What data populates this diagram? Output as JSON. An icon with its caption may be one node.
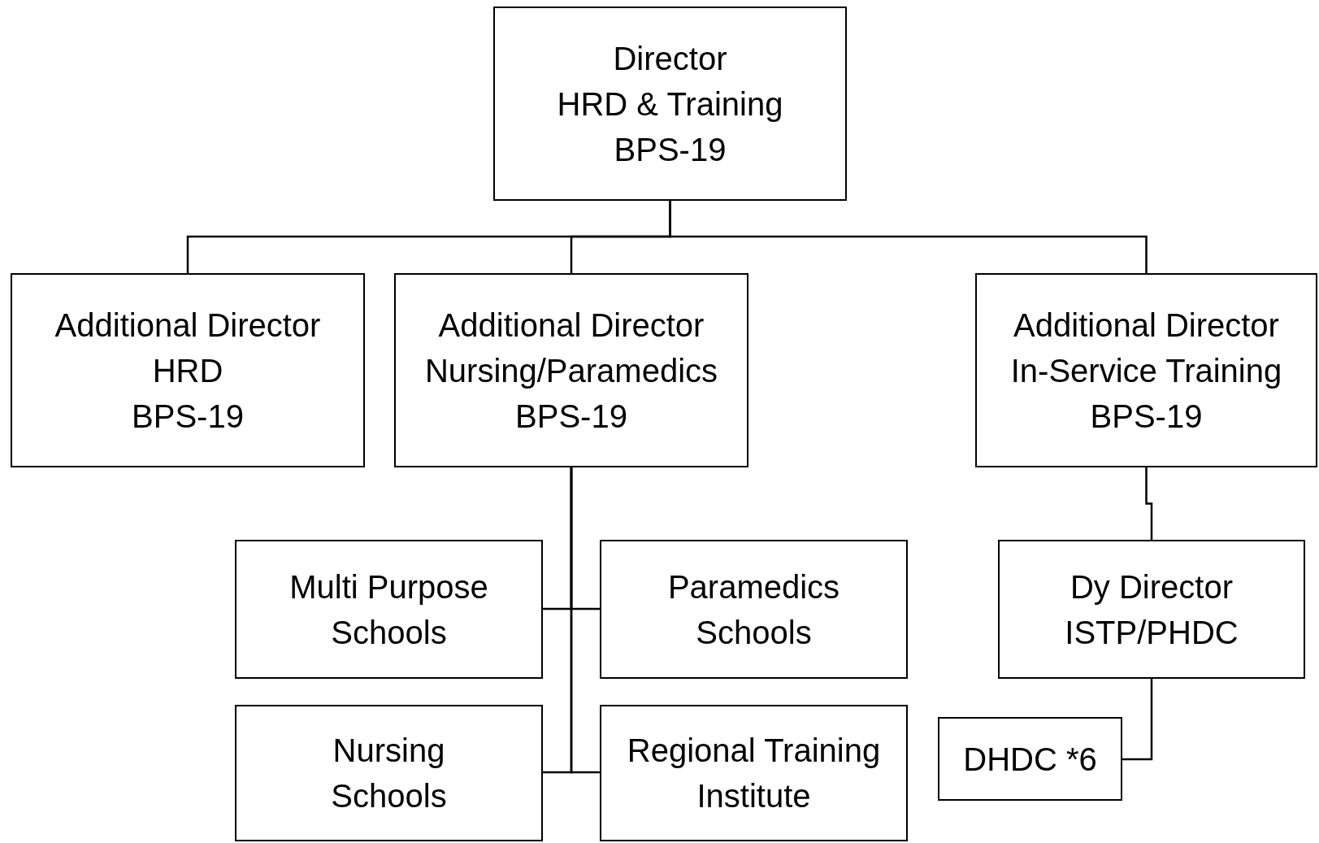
{
  "diagram": {
    "nodes": [
      {
        "text": [
          "Director",
          "HRD & Training",
          "BPS-19"
        ]
      },
      {
        "text": [
          "Additional Director",
          "HRD",
          "BPS-19"
        ]
      },
      {
        "text": [
          "Additional Director",
          "Nursing/Paramedics",
          "BPS-19"
        ]
      },
      {
        "text": [
          "Additional Director",
          "In-Service Training",
          "BPS-19"
        ]
      },
      {
        "text": [
          "Multi Purpose Schools"
        ]
      },
      {
        "text": [
          "Paramedics Schools"
        ]
      },
      {
        "text": [
          "Nursing Schools"
        ]
      },
      {
        "text": [
          "Regional Training Institute"
        ]
      },
      {
        "text": [
          "Dy Director",
          "ISTP/PHDC"
        ]
      },
      {
        "text": [
          "DHDC *6"
        ]
      }
    ],
    "edges": [
      {
        "from": 0,
        "to": 1,
        "arrow": "none"
      },
      {
        "from": 0,
        "to": 2,
        "arrow": "none"
      },
      {
        "from": 0,
        "to": 3,
        "arrow": "none"
      },
      {
        "from": 2,
        "to": 4,
        "arrow": "none"
      },
      {
        "from": 2,
        "to": 5,
        "arrow": "none"
      },
      {
        "from": 2,
        "to": 6,
        "arrow": "none"
      },
      {
        "from": 2,
        "to": 7,
        "arrow": "none"
      },
      {
        "from": 3,
        "to": 8,
        "arrow": "none"
      },
      {
        "from": 8,
        "to": 9,
        "arrow": "none"
      }
    ]
  }
}
